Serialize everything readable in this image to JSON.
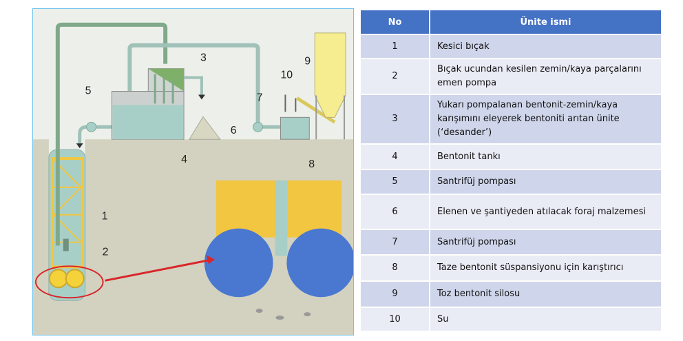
{
  "diagram": {
    "labels": [
      "1",
      "2",
      "3",
      "4",
      "5",
      "6",
      "7",
      "8",
      "9",
      "10"
    ]
  },
  "table": {
    "headers": {
      "no": "No",
      "name": "Ünite ismi"
    },
    "rows": [
      {
        "no": "1",
        "name": "Kesici bıçak"
      },
      {
        "no": "2",
        "name": "Bıçak ucundan kesilen zemin/kaya parçalarını emen pompa"
      },
      {
        "no": "3",
        "name": "Yukarı pompalanan bentonit-zemin/kaya karışımını eleyerek bentoniti arıtan ünite (‘desander’)"
      },
      {
        "no": "4",
        "name": "Bentonit tankı"
      },
      {
        "no": "5",
        "name": "Santrifüj pompası"
      },
      {
        "no": "6",
        "name": "Elenen ve şantiyeden atılacak foraj malzemesi"
      },
      {
        "no": "7",
        "name": "Santrifüj pompası"
      },
      {
        "no": "8",
        "name": "Taze bentonit süspansiyonu için karıştırıcı"
      },
      {
        "no": "9",
        "name": "Toz bentonit silosu"
      },
      {
        "no": "10",
        "name": "Su"
      }
    ]
  },
  "colors": {
    "header": "#4472c4",
    "row_odd": "#cfd5ea",
    "row_even": "#e9ebf5",
    "highlight": "#d9262a"
  }
}
